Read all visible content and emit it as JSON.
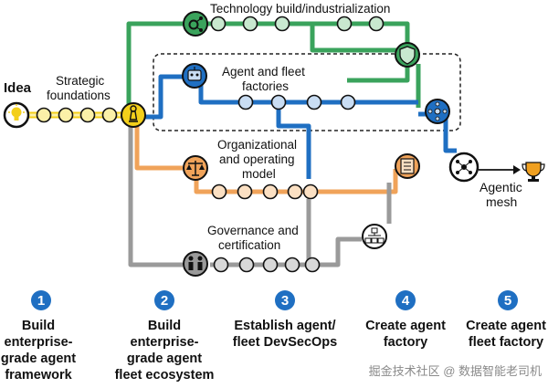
{
  "labels": {
    "idea": "Idea",
    "strategic": [
      "Strategic",
      "foundations"
    ],
    "technology": "Technology build/industrialization",
    "agent_fleet": [
      "Agent and fleet",
      "factories"
    ],
    "organizational": [
      "Organizational",
      "and operating",
      "model"
    ],
    "governance": [
      "Governance and",
      "certification"
    ],
    "mesh": [
      "Agentic",
      "mesh"
    ]
  },
  "steps": [
    {
      "number": "1",
      "lines": [
        "Build",
        "enterprise-",
        "grade agent",
        "framework"
      ]
    },
    {
      "number": "2",
      "lines": [
        "Build",
        "enterprise-",
        "grade agent",
        "fleet ecosystem"
      ]
    },
    {
      "number": "3",
      "lines": [
        "Establish agent/",
        "fleet DevSecOps"
      ]
    },
    {
      "number": "4",
      "lines": [
        "Create agent",
        "factory"
      ]
    },
    {
      "number": "5",
      "lines": [
        "Create agent",
        "fleet factory"
      ]
    }
  ],
  "watermark": "掘金技术社区 @ 数据智能老司机",
  "colors": {
    "green": "#3aa35c",
    "green_fill": "#c8e8cf",
    "blue": "#1f6fc2",
    "blue_fill": "#c9ddf3",
    "orange": "#f0a35a",
    "orange_fill": "#fbe0c3",
    "gray": "#9a9a9a",
    "gray_fill": "#d8d8d8",
    "yellow": "#f3cf1b",
    "yellow_light": "#fbf0a8",
    "step_circle": "#1f6fc2"
  },
  "icons": {
    "technology": "gear-network-icon",
    "agent": "robot-icon",
    "shield": "shield-icon",
    "fleet": "network-hub-icon",
    "org": "scales-icon",
    "checklist": "checklist-icon",
    "governance": "people-icon",
    "hierarchy": "org-chart-icon",
    "mesh": "mesh-network-icon",
    "trophy": "trophy-icon",
    "idea": "lightbulb-icon",
    "start": "chess-pawn-icon"
  }
}
